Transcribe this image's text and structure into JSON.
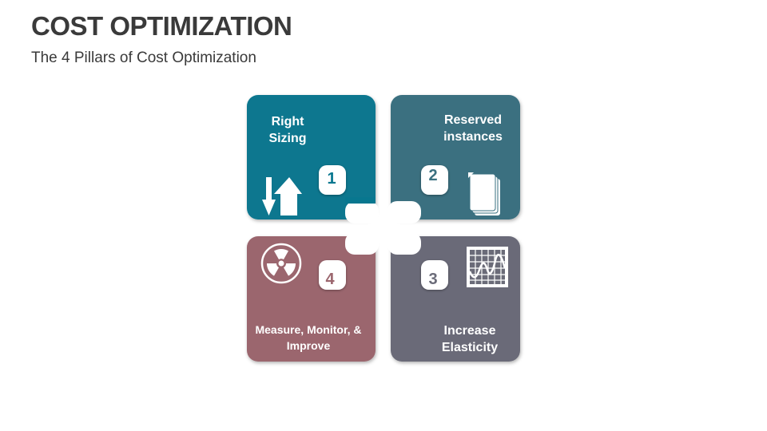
{
  "title": "COST OPTIMIZATION",
  "subtitle": "The 4 Pillars of Cost Optimization",
  "pillars": [
    {
      "number": "1",
      "label": "Right Sizing",
      "icon": "up-down-arrows-icon",
      "color": "#08778f"
    },
    {
      "number": "2",
      "label": "Reserved instances",
      "icon": "documents-stack-icon",
      "color": "#3a7080"
    },
    {
      "number": "3",
      "label": "Increase Elasticity",
      "icon": "waveform-chart-icon",
      "color": "#6a6b78"
    },
    {
      "number": "4",
      "label": "Measure, Monitor, & Improve",
      "icon": "radiation-icon",
      "color": "#9b666e"
    }
  ]
}
